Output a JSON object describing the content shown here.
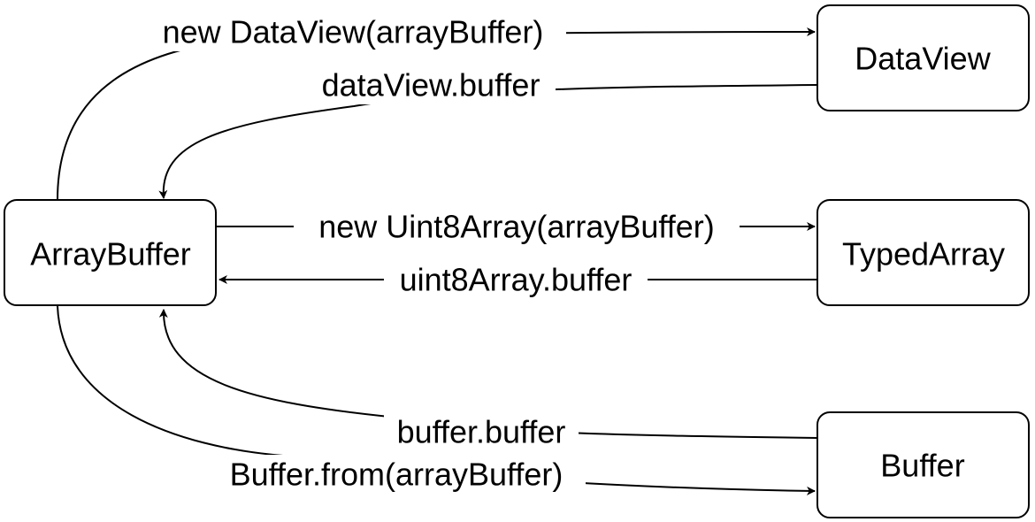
{
  "nodes": {
    "arraybuffer": "ArrayBuffer",
    "dataview": "DataView",
    "typedarray": "TypedArray",
    "buffer": "Buffer"
  },
  "edges": {
    "new_dataview": "new DataView(arrayBuffer)",
    "dataview_buffer": "dataView.buffer",
    "new_uint8array": "new Uint8Array(arrayBuffer)",
    "uint8array_buffer": "uint8Array.buffer",
    "buffer_buffer": "buffer.buffer",
    "buffer_from": "Buffer.from(arrayBuffer)"
  }
}
